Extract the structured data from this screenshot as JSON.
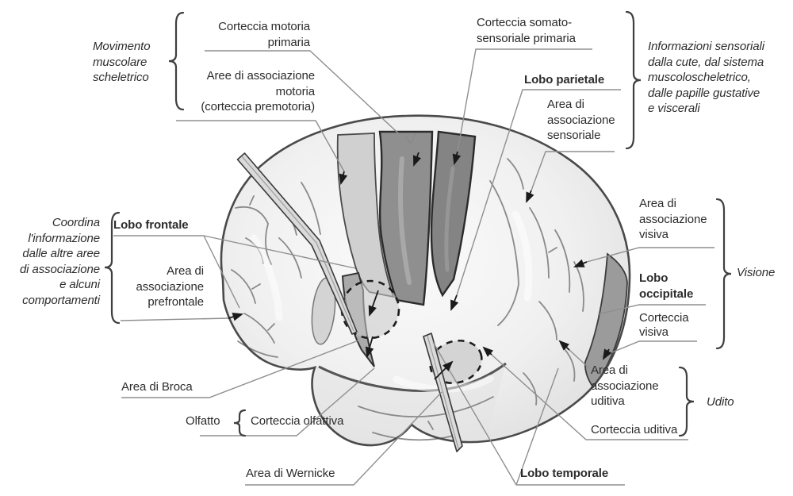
{
  "labels": {
    "movimento": {
      "text": "Movimento\nmuscolare\nscheletrico"
    },
    "corteccia_motoria": {
      "text": "Corteccia motoria\nprimaria"
    },
    "aree_motoria": {
      "text": "Aree di associazione\nmotoria\n(corteccia premotoria)"
    },
    "corteccia_somato": {
      "text": "Corteccia somato-\nsensoriale primaria"
    },
    "lobo_parietale": {
      "text": "Lobo parietale"
    },
    "assoc_sensoriale": {
      "text": "Area di\nassociazione\nsensoriale"
    },
    "informazioni": {
      "text": "Informazioni sensoriali\ndalla cute, dal sistema\nmuscoloscheletrico,\ndalle papille gustative\ne viscerali"
    },
    "coordina": {
      "text": "Coordina\nl'informazione\ndalle altre aree\ndi associazione\ne alcuni\ncomportamenti"
    },
    "lobo_frontale": {
      "text": "Lobo frontale"
    },
    "assoc_prefrontale": {
      "text": "Area di\nassociazione\nprefrontale"
    },
    "area_broca": {
      "text": "Area di Broca"
    },
    "olfatto": {
      "text": "Olfatto"
    },
    "corteccia_olfattiva": {
      "text": "Corteccia olfattiva"
    },
    "area_wernicke": {
      "text": "Area di Wernicke"
    },
    "lobo_temporale": {
      "text": "Lobo temporale"
    },
    "assoc_uditiva": {
      "text": "Area di\nassociazione\nuditiva"
    },
    "udito": {
      "text": "Udito"
    },
    "corteccia_uditiva": {
      "text": "Corteccia uditiva"
    },
    "assoc_visiva": {
      "text": "Area di\nassociazione\nvisiva"
    },
    "lobo_occipitale": {
      "text": "Lobo\noccipitale"
    },
    "corteccia_visiva": {
      "text": "Corteccia\nvisiva"
    },
    "visione": {
      "text": "Visione"
    }
  },
  "colors": {
    "background": "#ffffff",
    "label_text": "#2c2c2c",
    "brain_outline": "#4a4a4a",
    "leader_line": "#8f8f8f",
    "arrow": "#1a1a1a",
    "motor_band": "#8f8f8f",
    "somatosensory_band": "#848484",
    "premotor_band": "#d0d0d0",
    "occipital_visual_band": "#9b9b9b",
    "operculum_shade": "#aaaaaa",
    "cortex_light": "#efefef",
    "dashed_area_fill": "#c8c8c8"
  }
}
